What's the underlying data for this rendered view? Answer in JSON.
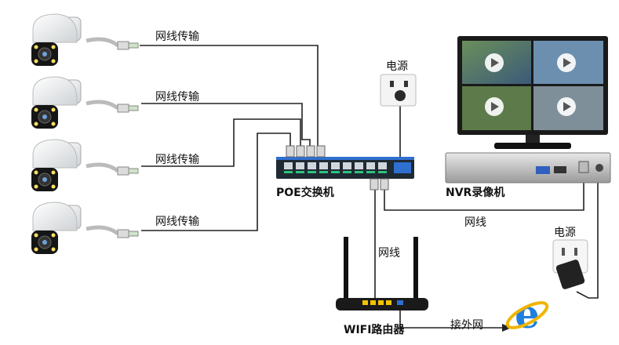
{
  "diagram": {
    "cable_labels": [
      "网线传输",
      "网线传输",
      "网线传输",
      "网线传输"
    ],
    "poe_switch_label": "POE交换机",
    "nvr_label": "NVR录像机",
    "network_cable_label_1": "网线",
    "network_cable_label_2": "网线",
    "power_label_top": "电源",
    "power_label_right": "电源",
    "router_label": "WIFI路由器",
    "internet_label": "接外网"
  },
  "colors": {
    "line": "#222222",
    "switch_body": "#1f2a33",
    "switch_accent": "#2f6fd0",
    "port_green": "#2ec27e",
    "router_yellow": "#f2c200",
    "ie_blue": "#1f7fe0",
    "ie_ring": "#f0b400"
  }
}
